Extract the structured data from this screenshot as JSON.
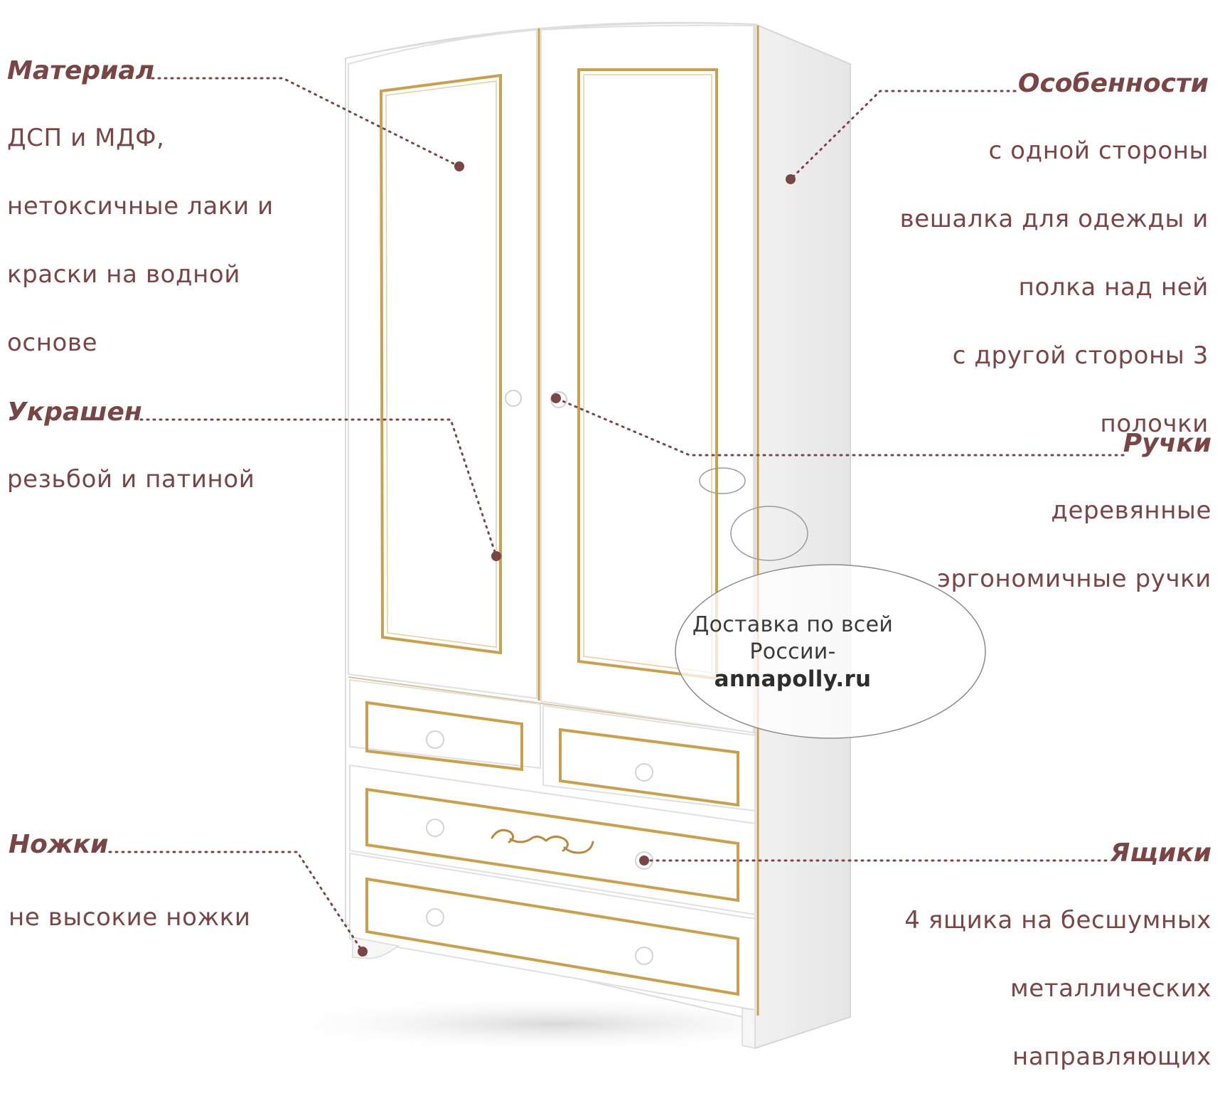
{
  "colors": {
    "accent": "#7a4545",
    "gold_trim": "#c9a04e",
    "cabinet": "#ffffff"
  },
  "features": [
    {
      "key": "material",
      "title": "Материал",
      "lines": [
        "ДСП и МДФ,",
        "нетоксичные лаки и",
        "краски на водной",
        "основе"
      ]
    },
    {
      "key": "features",
      "title": "Особенности",
      "lines": [
        "с одной стороны",
        "вешалка для одежды и",
        "полка над ней",
        "с другой стороны 3",
        "полочки"
      ]
    },
    {
      "key": "decor",
      "title": "Украшен",
      "lines": [
        "резьбой и патиной"
      ]
    },
    {
      "key": "handles",
      "title": "Ручки",
      "lines": [
        "деревянные",
        "эргономичные ручки"
      ]
    },
    {
      "key": "legs",
      "title": "Ножки",
      "lines": [
        "не высокие ножки"
      ]
    },
    {
      "key": "drawers",
      "title": "Ящики",
      "lines": [
        "4 ящика на бесшумных",
        "металлических",
        "направляющих"
      ]
    }
  ],
  "promo": {
    "line1": "Доставка по всей",
    "line2": "России-",
    "site": "annapolly.ru"
  }
}
